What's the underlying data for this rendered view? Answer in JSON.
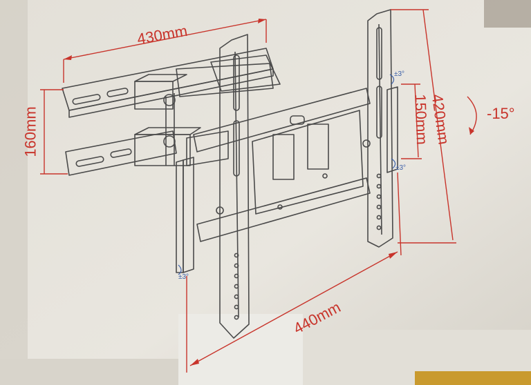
{
  "dimensions": {
    "arm_width": "430mm",
    "arm_height": "160mm",
    "plate_height": "420mm",
    "slot_height": "150mm",
    "plate_width": "440mm"
  },
  "tilt": {
    "angle": "-15°",
    "swivel_top": "±3°",
    "swivel_mid": "±3°",
    "swivel_bottom": "±3°"
  },
  "colors": {
    "box_surface": "#e7e4dc",
    "box_shadow": "#cfcac0",
    "line_art": "#4a4a4a",
    "dimension_red": "#c8342b",
    "tilt_blue": "#3a5fa8",
    "flap_yellow": "#c99a2e"
  }
}
